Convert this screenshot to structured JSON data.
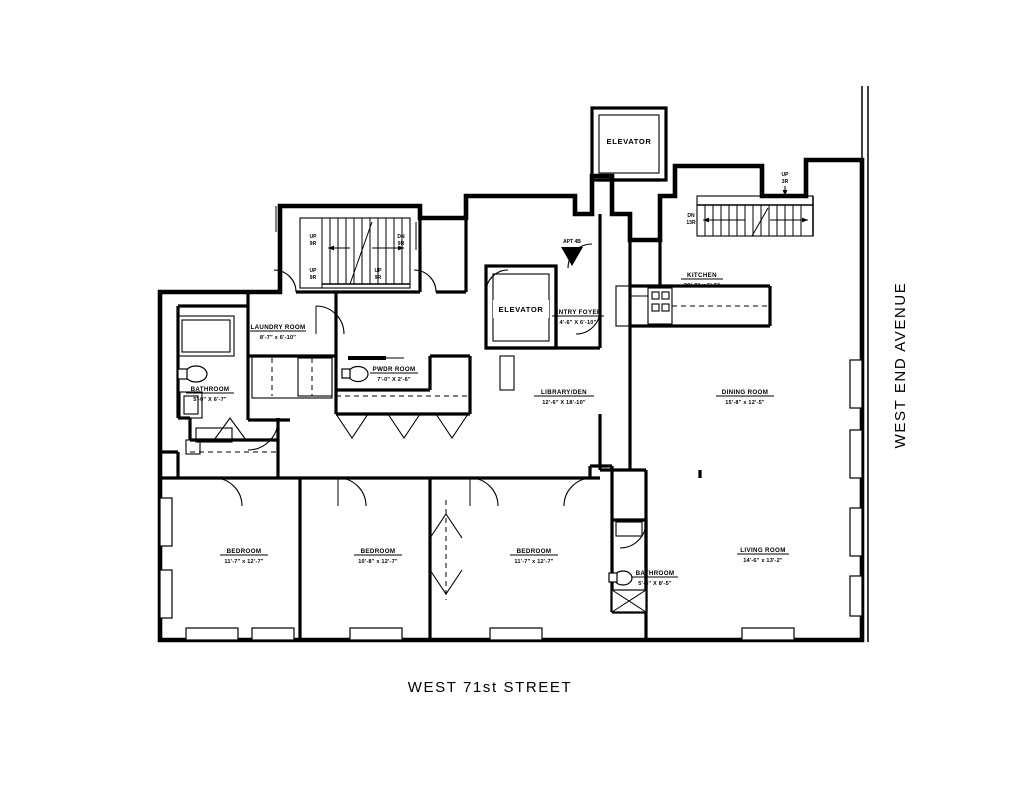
{
  "document": {
    "type": "architectural-floor-plan",
    "apartment_tag": "APT 4B"
  },
  "streets": {
    "bottom": "WEST 71st  STREET",
    "right": "WEST END AVENUE"
  },
  "elevators": [
    {
      "label": "ELEVATOR"
    },
    {
      "label": "ELEVATOR"
    }
  ],
  "stairs": [
    {
      "label": "UP",
      "count": "9R"
    },
    {
      "label": "DN",
      "count": "9R"
    },
    {
      "label": "UP",
      "count": "9R"
    },
    {
      "label": "UP",
      "count": "9R"
    },
    {
      "label": "DN",
      "count": "13R"
    },
    {
      "label": "UP",
      "count": "3R"
    }
  ],
  "rooms": [
    {
      "name": "LAUNDRY ROOM",
      "dims": "8'-7\" x 6'-10\""
    },
    {
      "name": "BATHROOM",
      "dims": "5'-0\" X 6'-7\""
    },
    {
      "name": "PWDR ROOM",
      "dims": "7'-0\" X 2'-6\""
    },
    {
      "name": "ENTRY FOYER",
      "dims": "4'-6\" X 6'-10\""
    },
    {
      "name": "KITCHEN",
      "dims": "20'-0\" x 6'-5\""
    },
    {
      "name": "LIBRARY/DEN",
      "dims": "12'-6\" X 18'-10\""
    },
    {
      "name": "DINING ROOM",
      "dims": "15'-8\" x 12'-5\""
    },
    {
      "name": "BEDROOM",
      "dims": "11'-7\" x 12'-7\""
    },
    {
      "name": "BEDROOM",
      "dims": "10'-8\" x 12'-7\""
    },
    {
      "name": "BEDROOM",
      "dims": "11'-7\" x 12'-7\""
    },
    {
      "name": "BATHROOM",
      "dims": "5'-4\" X 8'-5\""
    },
    {
      "name": "LIVING ROOM",
      "dims": "14'-6\" x 13'-2\""
    }
  ],
  "colors": {
    "ink": "#000000",
    "paper": "#ffffff"
  }
}
